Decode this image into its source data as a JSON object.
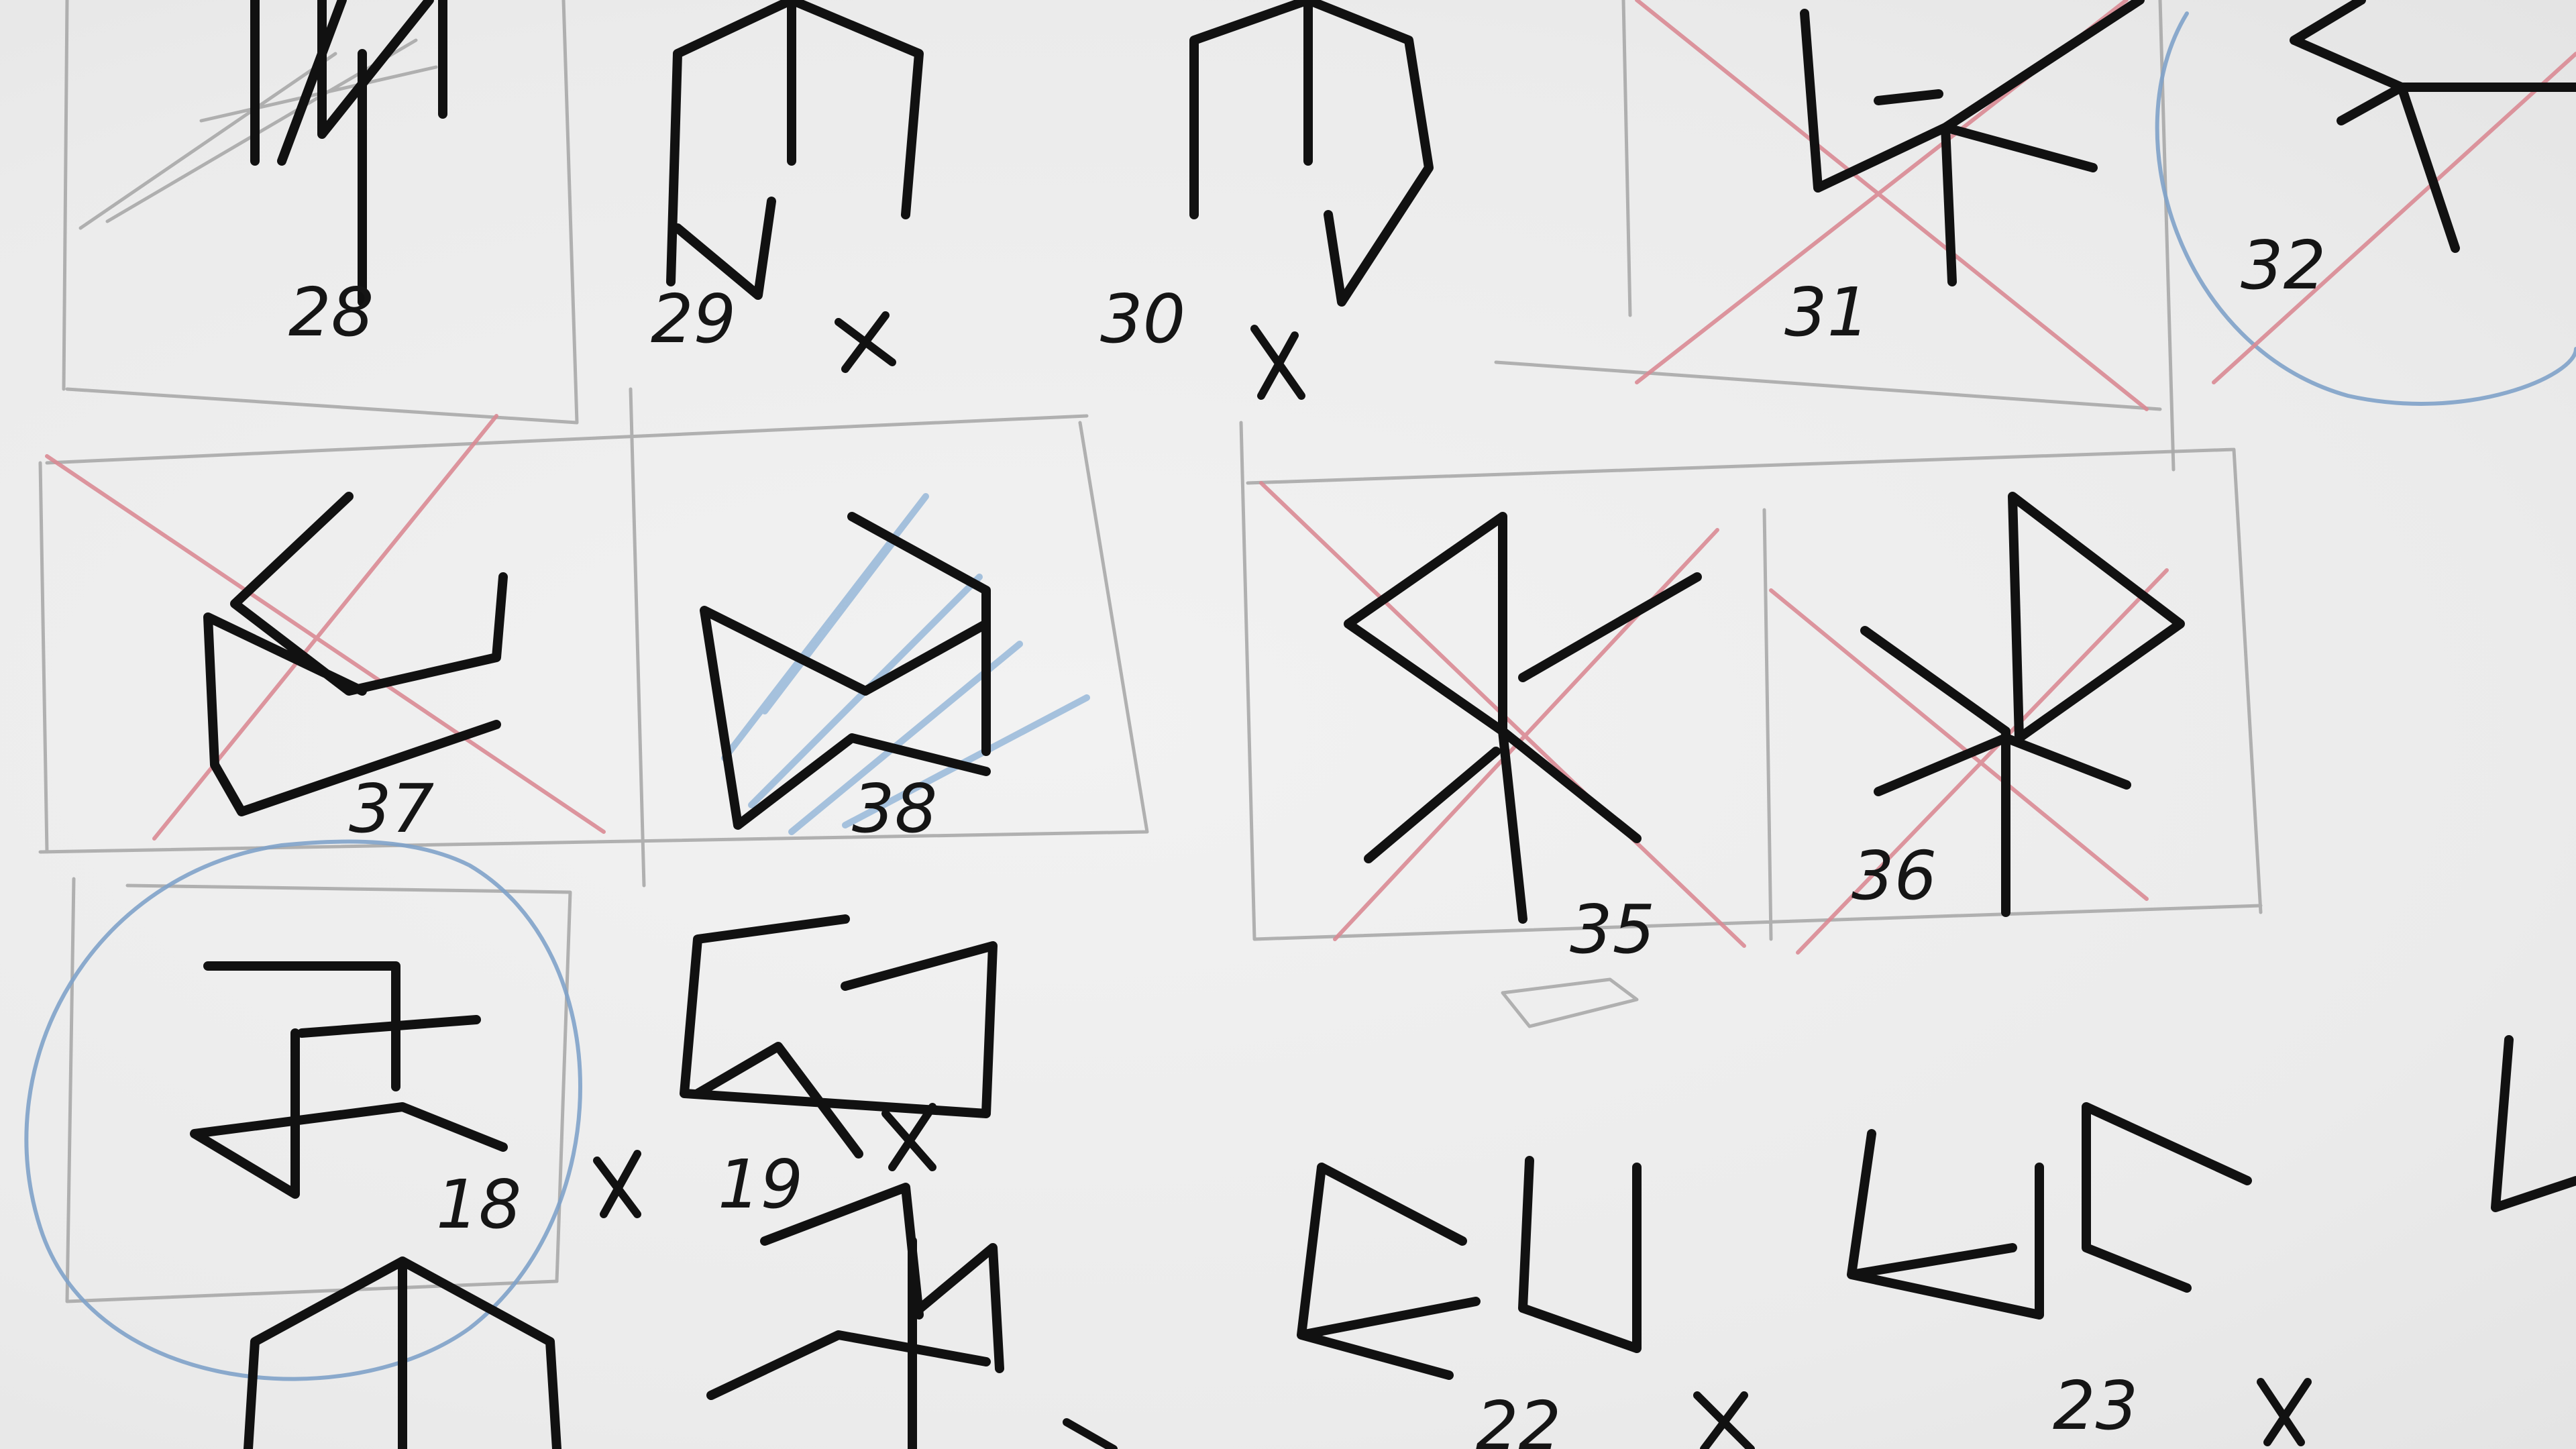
{
  "sketches": [
    {
      "id": "28",
      "label": "28",
      "crossed": false,
      "circled": false
    },
    {
      "id": "29",
      "label": "29",
      "crossed": false,
      "rejected_mark": "X"
    },
    {
      "id": "30",
      "label": "30",
      "crossed": false,
      "rejected_mark": "X"
    },
    {
      "id": "31",
      "label": "31",
      "crossed": true
    },
    {
      "id": "32",
      "label": "32",
      "crossed": true,
      "circled": true
    },
    {
      "id": "37",
      "label": "37",
      "crossed": true
    },
    {
      "id": "38",
      "label": "38",
      "crossed": false,
      "shaded": true
    },
    {
      "id": "35",
      "label": "35",
      "crossed": true
    },
    {
      "id": "36",
      "label": "36",
      "crossed": true
    },
    {
      "id": "18",
      "label": "18",
      "circled": true,
      "rejected_mark": "X"
    },
    {
      "id": "19",
      "label": "19",
      "rejected_mark": "X"
    },
    {
      "id": "22",
      "label": "22",
      "rejected_mark": "X"
    },
    {
      "id": "23",
      "label": "23",
      "rejected_mark": "X"
    }
  ],
  "colors": {
    "paper": "#ececec",
    "ink": "#111111",
    "pencil": "#a8a8a8",
    "red_pencil": "#d98a94",
    "blue_pencil": "#7fa2c9"
  }
}
